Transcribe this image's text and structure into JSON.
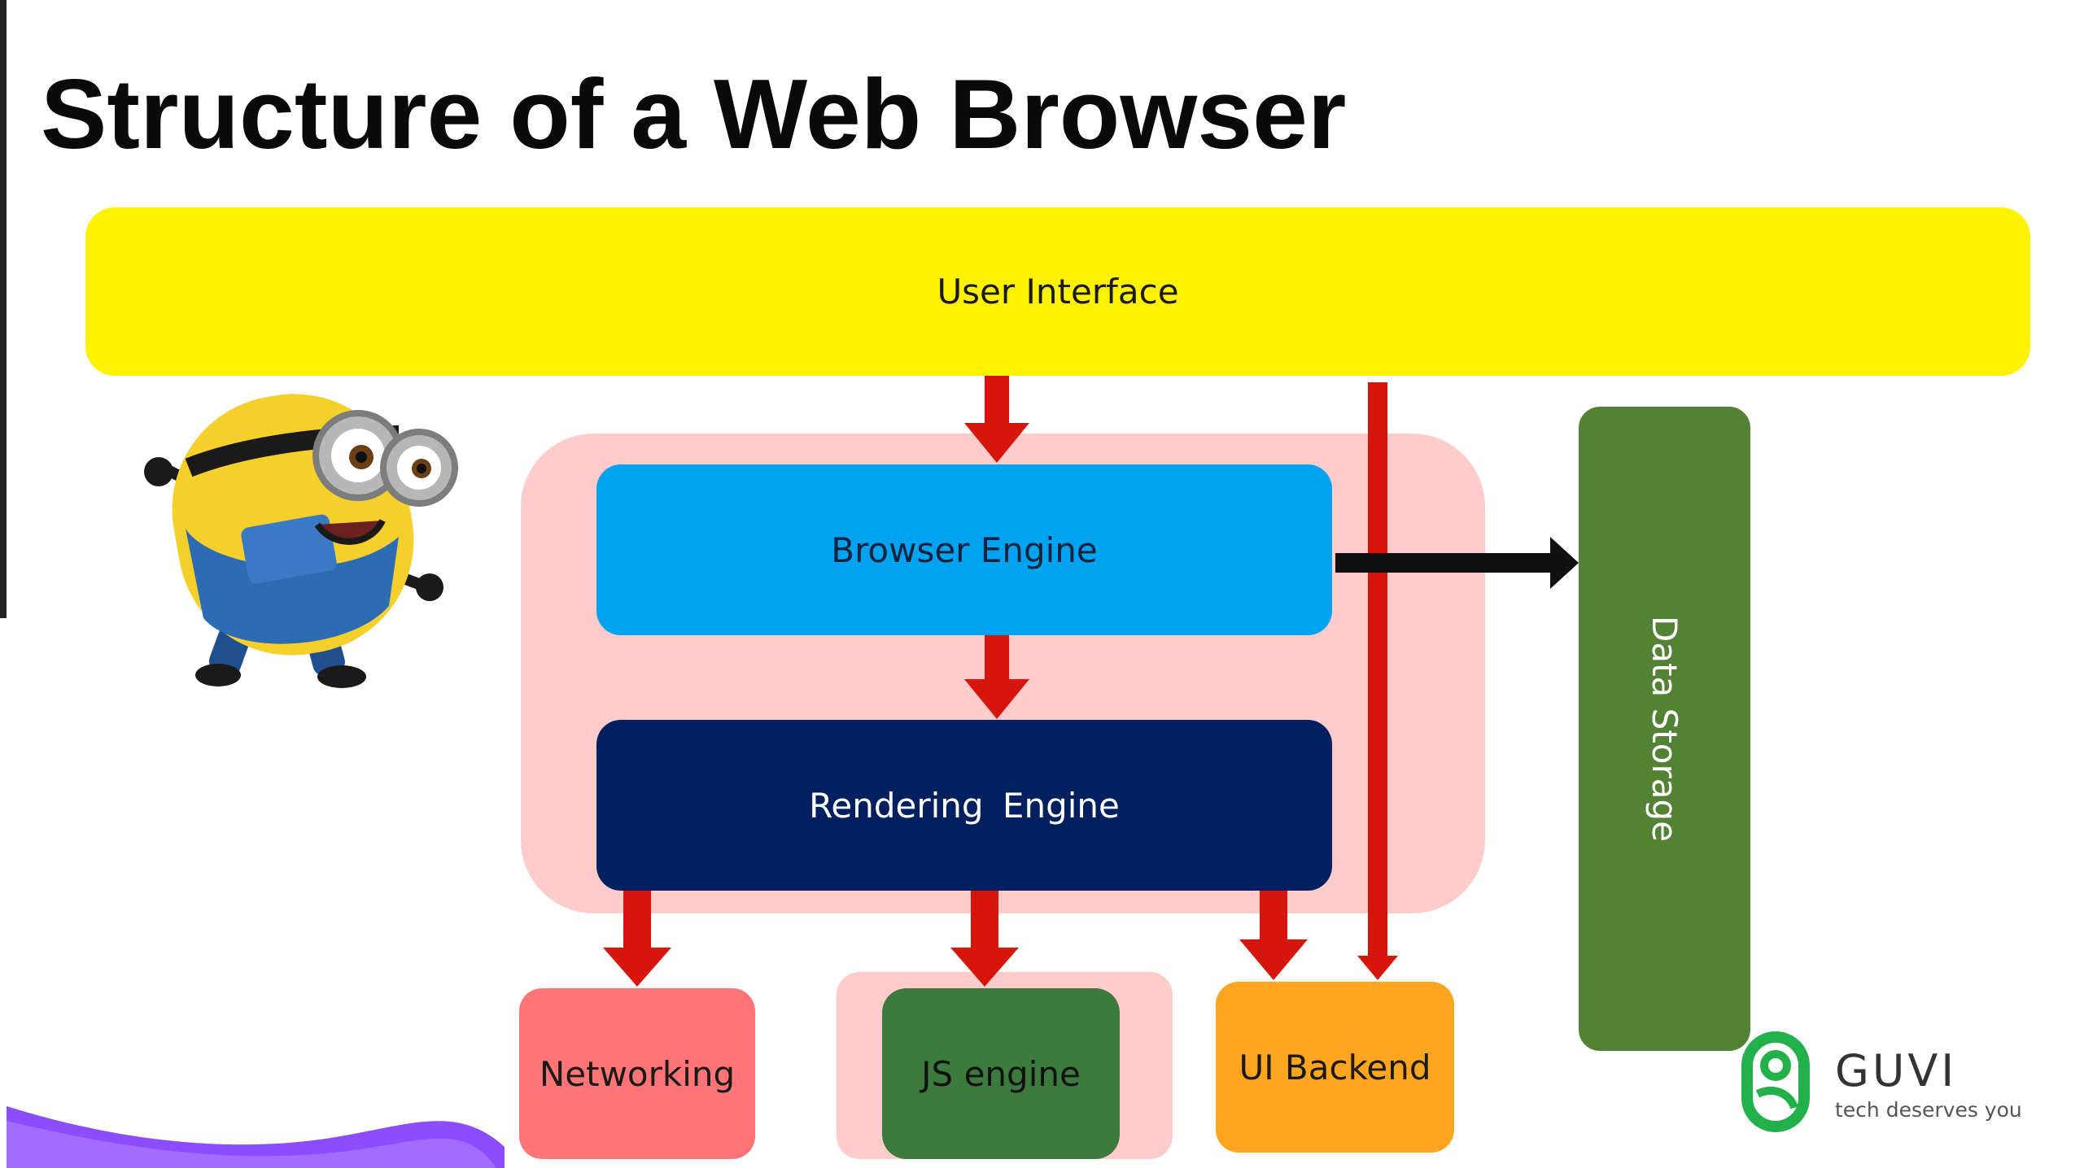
{
  "slide": {
    "title": "Structure of a Web Browser"
  },
  "diagram": {
    "user_interface": "User Interface",
    "browser_engine": "Browser Engine",
    "rendering_engine": "Rendering  Engine",
    "data_storage": "Data Storage",
    "networking": "Networking",
    "js_engine": "JS engine",
    "ui_backend": "UI Backend"
  },
  "brand": {
    "name": "GUVI",
    "tagline": "tech deserves you"
  },
  "colors": {
    "user_interface": "#fff200",
    "browser_engine": "#00a3ef",
    "rendering_engine": "#002060",
    "data_storage": "#548235",
    "networking": "#ff7474",
    "js_engine": "#3d7a3d",
    "ui_backend": "#ffa520",
    "core_background": "#ffcccb",
    "arrow_red": "#d7160b",
    "arrow_black": "#111111",
    "brand_green": "#22b04a"
  },
  "decorations": {
    "character": "minion-illustration",
    "corner_wave": "purple-wave"
  }
}
